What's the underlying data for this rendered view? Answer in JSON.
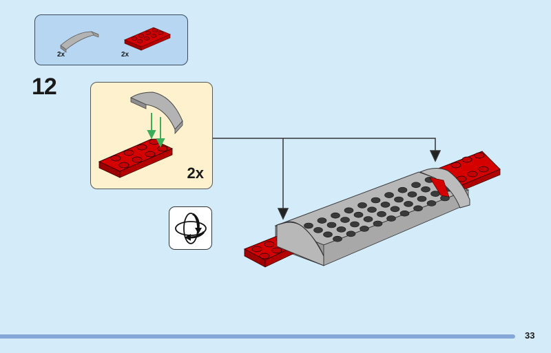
{
  "step": {
    "number": "12"
  },
  "parts_list": {
    "items": [
      {
        "name": "curved-slope-light-gray",
        "color": "#b0b0b0",
        "quantity": "2x"
      },
      {
        "name": "plate-2x4-red",
        "color": "#d00000",
        "quantity": "2x"
      }
    ]
  },
  "subassembly": {
    "quantity": "2x",
    "arrow_color": "#3cae5a"
  },
  "rotate_icon": {
    "icon": "rotate-model-icon"
  },
  "footer": {
    "page_number": "33",
    "bar_color": "#86a8d8"
  },
  "colors": {
    "background": "#d4ebfa",
    "parts_box": "#b6d6f2",
    "subassembly_box": "#fdf2cd",
    "brick_red": "#d00000",
    "brick_gray": "#b0b0b0",
    "stud_dark": "#2a2a2a"
  }
}
